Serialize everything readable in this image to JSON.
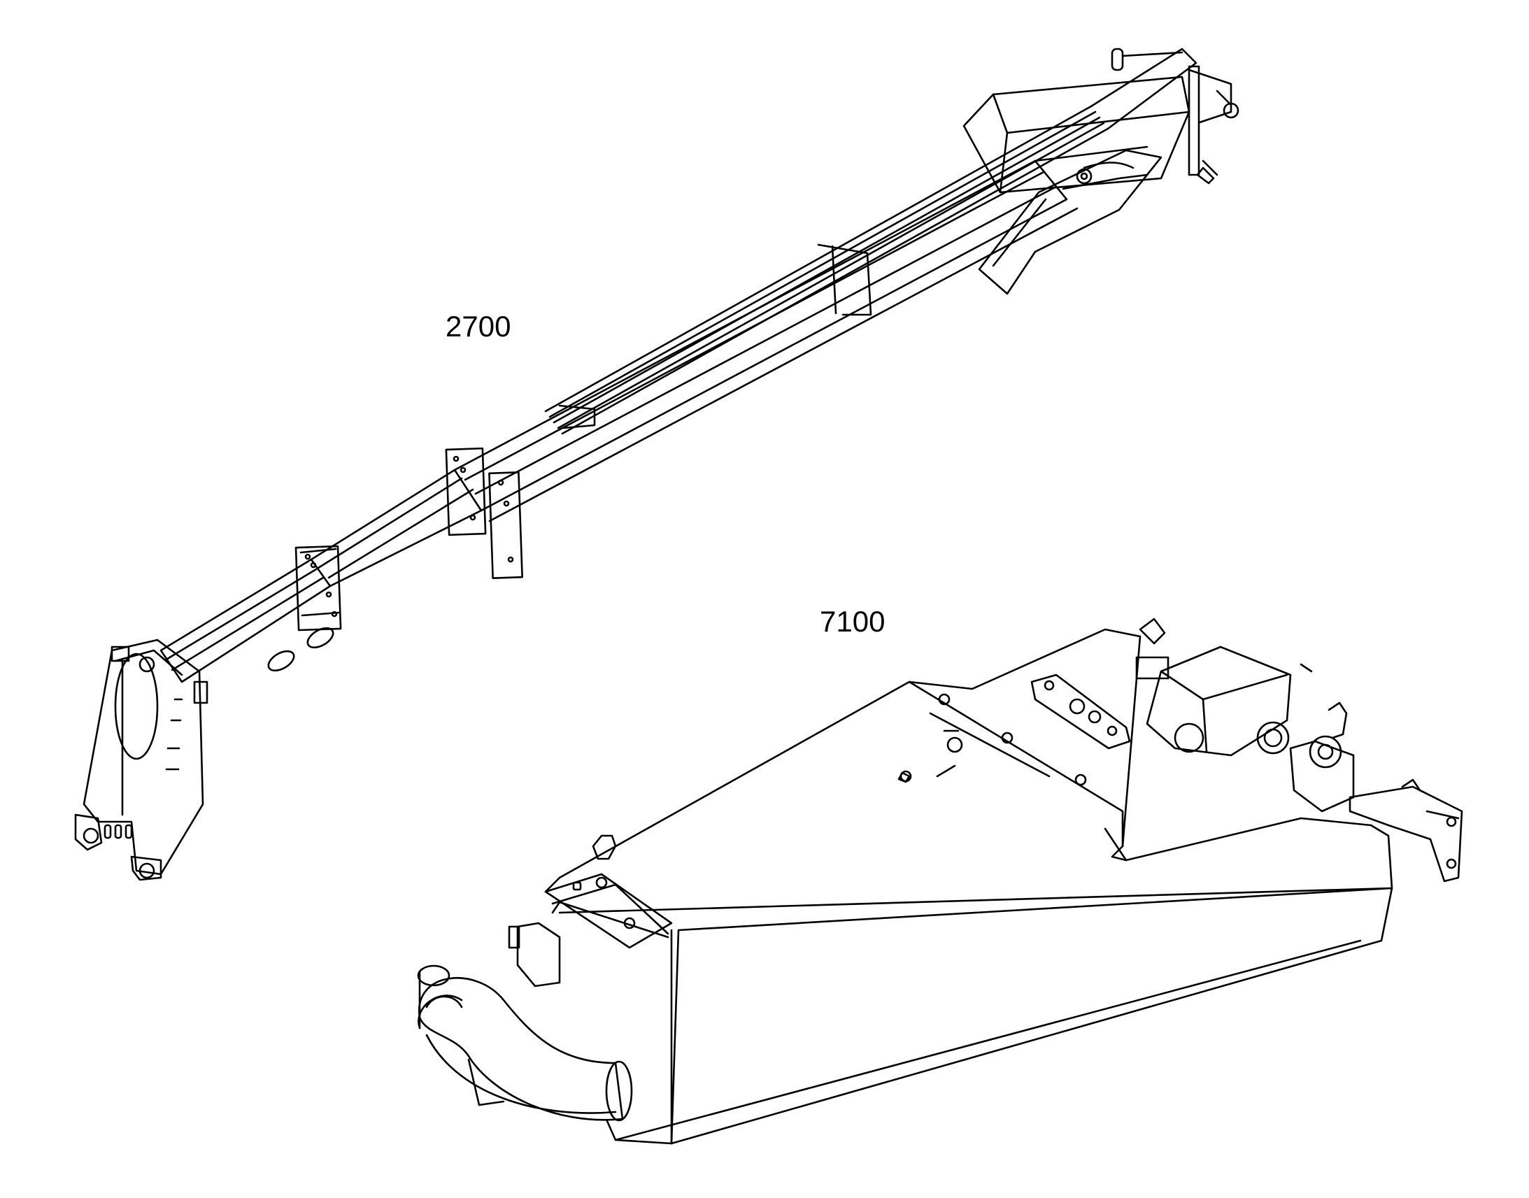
{
  "labels": {
    "boom_part_number": "2700",
    "tank_part_number": "7100"
  },
  "colors": {
    "line": "#000000",
    "background": "#ffffff",
    "hose_fill": "#ffffff"
  },
  "icons": {
    "boom": "telescopic-crane-boom-drawing",
    "tank": "hydraulic-oil-tank-drawing"
  }
}
